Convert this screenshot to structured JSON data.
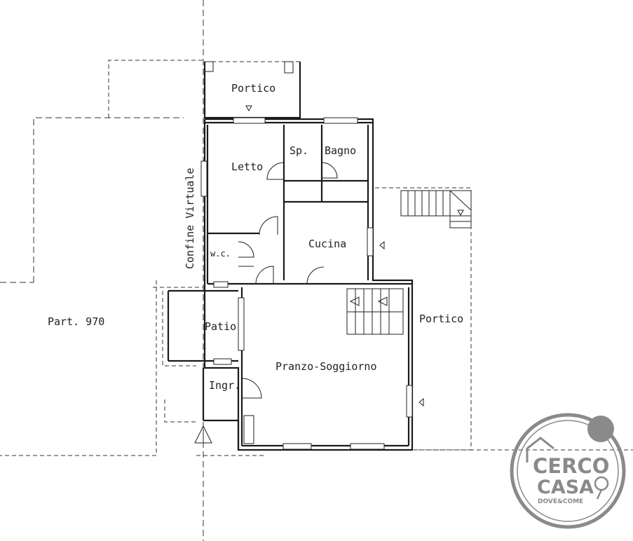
{
  "rooms": {
    "portico_top": "Portico",
    "letto": "Letto",
    "sp": "Sp.",
    "bagno": "Bagno",
    "cucina": "Cucina",
    "wc": "w.c.",
    "patio": "Patio",
    "pranzo": "Pranzo-Soggiorno",
    "ingr": "Ingr.",
    "portico_right": "Portico"
  },
  "labels": {
    "confine": "Confine Virtuale",
    "part": "Part. 970"
  },
  "logo": {
    "line1": "CERCO",
    "line2": "CASA",
    "tagline": "DOVE&COME",
    "color": "#8a8a8a"
  }
}
